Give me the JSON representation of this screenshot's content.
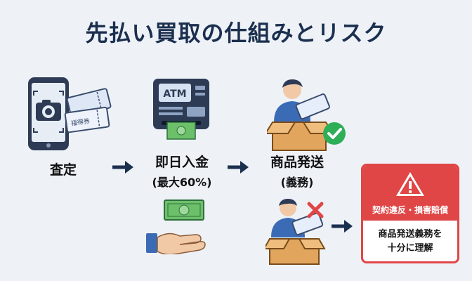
{
  "title": "先払い買取の仕組みとリスク",
  "steps": {
    "appraisal": "査定",
    "same_day_deposit": "即日入金",
    "deposit_note": "(最大60%)",
    "product_shipping": "商品発送",
    "shipping_note": "(義務)"
  },
  "icons": {
    "atm_text": "ATM",
    "ticket_text": "福得券"
  },
  "warning": {
    "title": "契約違反・損害賠償",
    "message_line1": "商品発送義務を",
    "message_line2": "十分に理解"
  },
  "colors": {
    "title": "#1b2f4e",
    "arrow": "#1b2f4e",
    "warning_red": "#e04646",
    "check_green": "#2eae57",
    "money_green": "#6cc06a"
  }
}
